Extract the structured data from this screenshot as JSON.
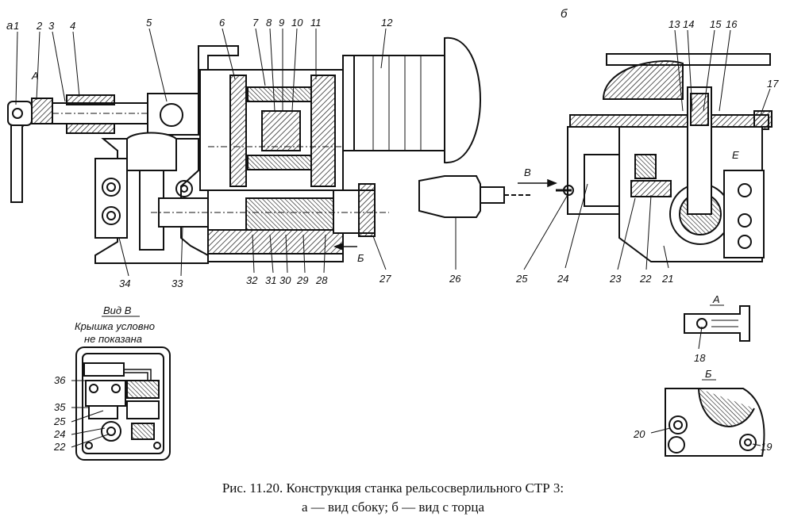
{
  "views": {
    "a": "а",
    "b": "б"
  },
  "labels": {
    "n1": "1",
    "n2": "2",
    "n3": "3",
    "n4": "4",
    "n5": "5",
    "n6": "6",
    "n7": "7",
    "n8": "8",
    "n9": "9",
    "n10": "10",
    "n11": "11",
    "n12": "12",
    "n13": "13",
    "n14": "14",
    "n15": "15",
    "n16": "16",
    "n17": "17",
    "n18": "18",
    "n19": "19",
    "n20": "20",
    "n21": "21",
    "n22": "22",
    "n23": "23",
    "n24": "24",
    "n25": "25",
    "n26": "26",
    "n27": "27",
    "n28": "28",
    "n29": "29",
    "n30": "30",
    "n31": "31",
    "n32": "32",
    "n33": "33",
    "n34": "34",
    "vb22": "22",
    "vb24": "24",
    "vb25": "25",
    "vb35": "35",
    "vb36": "36",
    "A": "А",
    "B_arrow": "В",
    "Bv": "Б",
    "E": "Е",
    "detailA": "А",
    "detailB": "Б"
  },
  "inset": {
    "title": "Вид В",
    "note_line1": "Крышка условно",
    "note_line2": "не показана"
  },
  "caption": {
    "line1": "Рис. 11.20. Конструкция станка рельсосверлильного СТР 3:",
    "line2": "а — вид сбоку; б — вид с торца"
  }
}
